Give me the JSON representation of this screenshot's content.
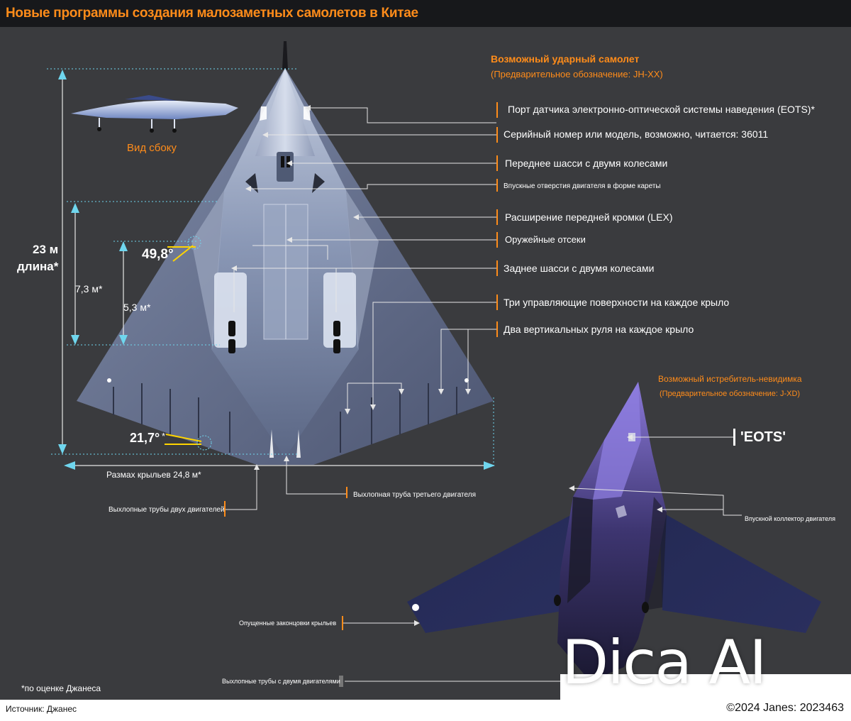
{
  "header": {
    "title": "Новые программы создания малозаметных самолетов в Китае"
  },
  "strike": {
    "title": "Возможный ударный самолет",
    "subtitle": "(Предварительное обозначение: JH-XX)"
  },
  "side_view_label": "Вид сбоку",
  "dimensions": {
    "length": "23 м",
    "length_word": "длина*",
    "d73": "7,3 м*",
    "d53": "5,3 м*",
    "angle1": "49,8°",
    "angle2": "21,7°",
    "angle2_star": "*",
    "wingspan": "Размах крыльев 24,8 м*"
  },
  "callouts": {
    "eots": "Порт датчика электронно-оптической системы наведения (EOTS)*",
    "serial": "Серийный номер или модель, возможно, читается: 36011",
    "front_gear": "Переднее шасси с двумя колесами",
    "intakes": "Впускные отверстия двигателя в форме кареты",
    "lex": "Расширение передней кромки (LEX)",
    "bays": "Оружейные отсеки",
    "rear_gear": "Заднее шасси с двумя колесами",
    "control": "Три управляющие поверхности на каждое крыло",
    "rudders": "Два вертикальных руля на каждое крыло",
    "exhaust2": "Выхлопные трубы двух двигателей",
    "exhaust3": "Выхлопная труба третьего двигателя"
  },
  "fighter": {
    "title": "Возможный истребитель-невидимка",
    "subtitle": "(Предварительное обозначение: J-XD)",
    "eots": "'EOTS'",
    "intake": "Впускной коллектор двигателя",
    "wingtips": "Опущенные законцовки крыльев",
    "exhaust": "Выхлопные трубы с двумя двигателями"
  },
  "footnote": "*по оценке Джанеса",
  "footer": {
    "source": "Источник: Джанес",
    "copyright": "©2024 Janes: 2023463"
  },
  "watermark": "Dica AI",
  "colors": {
    "accent": "#ff8c1a",
    "dim_arrow": "#6fd6ee",
    "angle_line": "#ffd400"
  }
}
